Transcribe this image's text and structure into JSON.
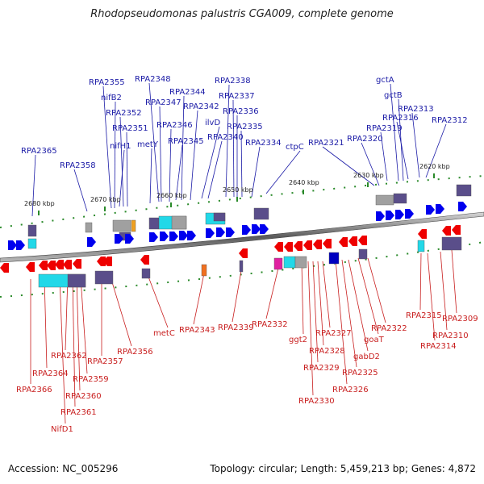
{
  "title": "Rhodopseudomonas palustris CGA009, complete genome",
  "footer": {
    "accession": "Accession: NC_005296",
    "topology": "Topology: circular; Length: 5,459,213 bp; Genes: 4,872"
  },
  "colors": {
    "forward_strand": "#0000ee",
    "reverse_strand": "#ee0000",
    "forward_label": "#1a1aa6",
    "reverse_label": "#c81e1e",
    "scale_marks": "#2a8a2a",
    "heat_cyan": "#22d8e8",
    "heat_purple": "#5a4e8a",
    "heat_gray": "#a0a0a0"
  },
  "scale_ticks": [
    "2680 kbp",
    "2670 kbp",
    "2660 kbp",
    "2650 kbp",
    "2640 kbp",
    "2630 kbp",
    "2620 kbp"
  ],
  "forward_genes": [
    "RPA2365",
    "RPA2358",
    "RPA2355",
    "nifB2",
    "nifH1",
    "RPA2352",
    "RPA2351",
    "metY",
    "RPA2348",
    "RPA2347",
    "RPA2346",
    "RPA2345",
    "RPA2344",
    "RPA2342",
    "ilvD",
    "RPA2340",
    "RPA2338",
    "RPA2337",
    "RPA2336",
    "RPA2335",
    "RPA2334",
    "ctpC",
    "RPA2321",
    "RPA2320",
    "gctA",
    "RPA2319",
    "gctB",
    "RPA2316",
    "RPA2313",
    "RPA2312"
  ],
  "reverse_genes": [
    "RPA2366",
    "RPA2364",
    "NifD1",
    "RPA2362",
    "RPA2361",
    "RPA2360",
    "RPA2359",
    "RPA2357",
    "RPA2356",
    "metC",
    "RPA2343",
    "RPA2339",
    "RPA2332",
    "ggt2",
    "RPA2330",
    "RPA2329",
    "RPA2328",
    "RPA2327",
    "RPA2326",
    "RPA2325",
    "gabD2",
    "goaT",
    "RPA2322",
    "RPA2315",
    "RPA2314",
    "RPA2310",
    "RPA2309"
  ]
}
